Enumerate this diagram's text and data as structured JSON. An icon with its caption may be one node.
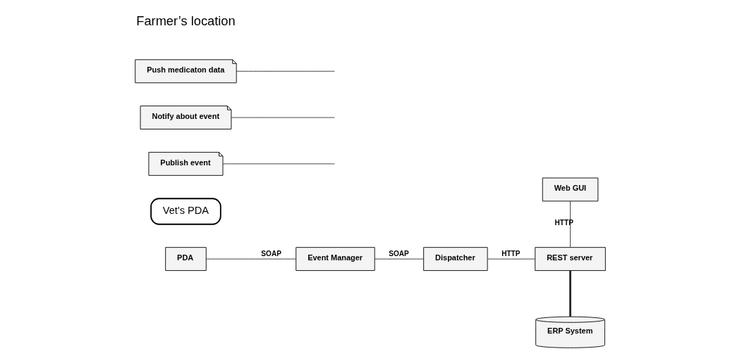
{
  "diagram": {
    "nodes": [
      {
        "text": [
          "PDA"
        ]
      },
      {
        "text": [
          "Event Manager"
        ]
      },
      {
        "text": [
          "Dispatcher"
        ]
      },
      {
        "text": [
          "REST server"
        ]
      },
      {
        "text": [
          "Web GUI"
        ]
      },
      {
        "text": [
          "ERP System"
        ]
      },
      {
        "text": [
          "Vet's PDA"
        ]
      },
      {
        "text": [
          "Publish event"
        ]
      },
      {
        "text": [
          "Notify about event"
        ]
      },
      {
        "text": [
          "Push medicaton data"
        ]
      }
    ],
    "edges": [
      {
        "from": 0,
        "to": 1,
        "arrow": "none",
        "label": "SOAP"
      },
      {
        "from": 1,
        "to": 2,
        "arrow": "none",
        "label": "SOAP"
      },
      {
        "from": 2,
        "to": 3,
        "arrow": "none",
        "label": "HTTP"
      },
      {
        "from": 4,
        "to": 3,
        "arrow": "none",
        "label": "HTTP"
      },
      {
        "from": 3,
        "to": 5,
        "arrow": "none",
        "style": "thick"
      },
      {
        "from": 7,
        "to": null,
        "arrow": "none"
      },
      {
        "from": 8,
        "to": null,
        "arrow": "none"
      },
      {
        "from": 9,
        "to": null,
        "arrow": "none"
      }
    ],
    "labels": [
      "Farmer’s location"
    ]
  }
}
